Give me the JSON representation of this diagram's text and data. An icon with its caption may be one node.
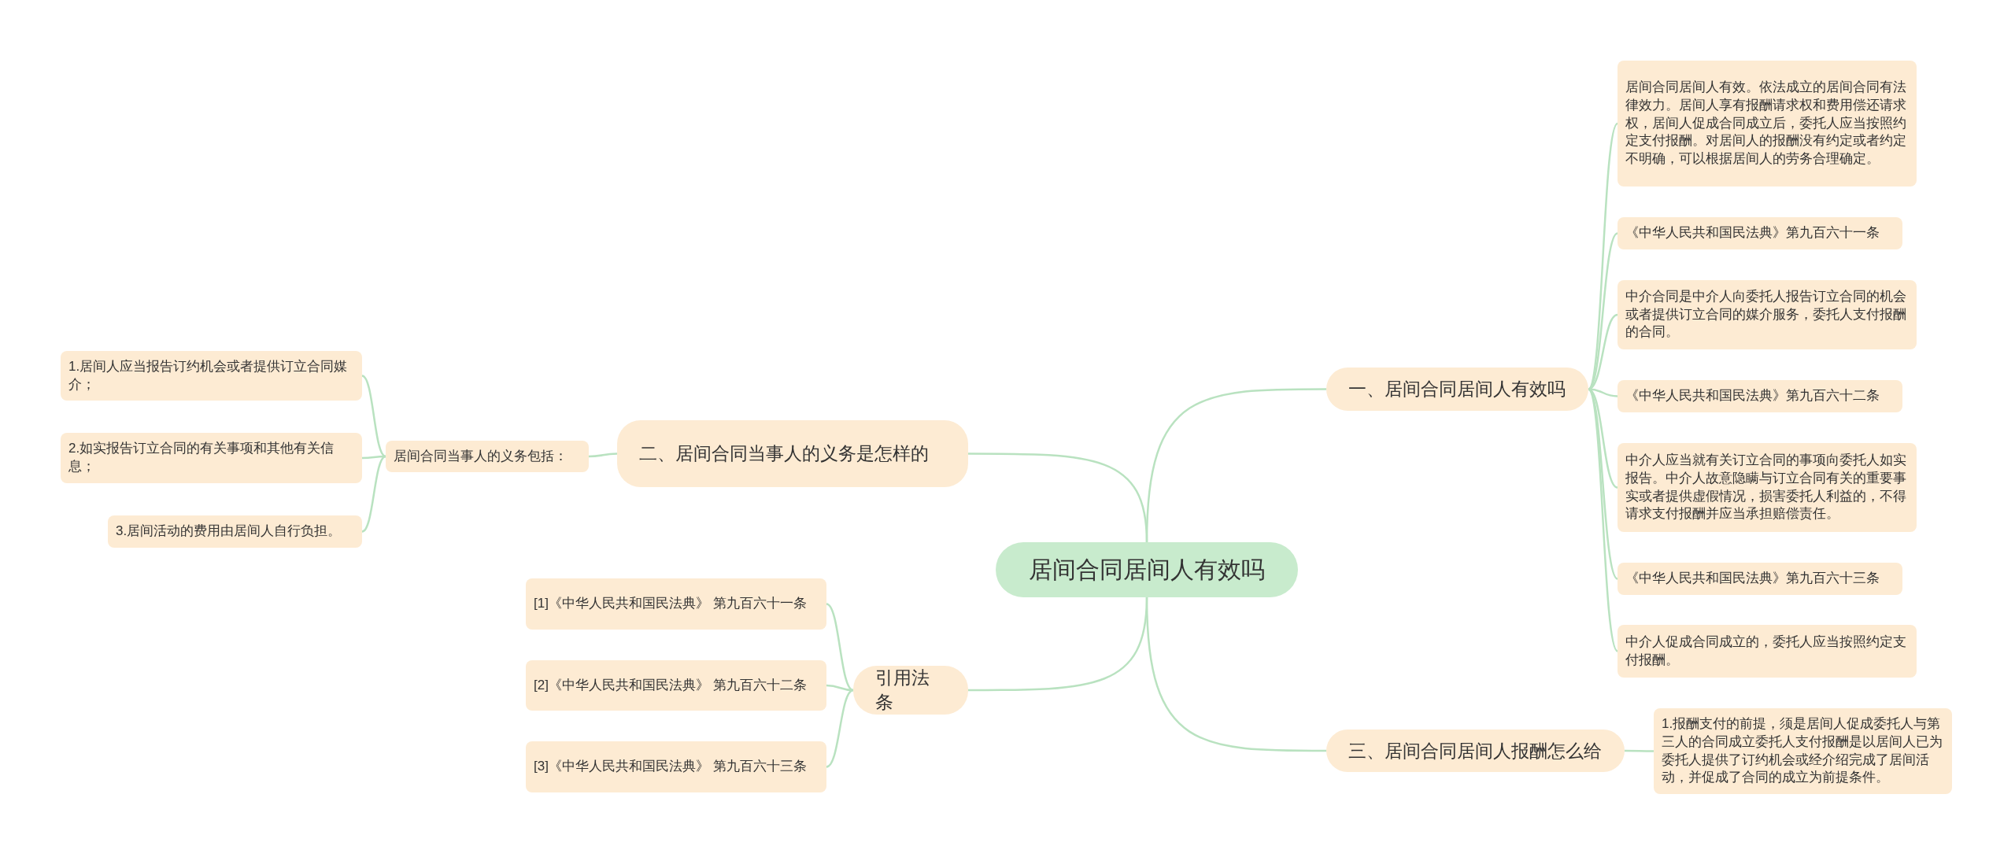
{
  "diagram": {
    "nodes": [
      {
        "text": [
          "居间合同居间人有效吗"
        ]
      },
      {
        "text": [
          "一、居间合同居间人有效吗"
        ]
      },
      {
        "text": [
          "居间合同居间人有效。依法成立的居间合同有法律效力。居间人享有报酬请求权和费用偿还请求权，居间人促成合同成立后，委托人应当按照约定支付报酬。对居间人的报酬没有约定或者约定不明确，可以根据居间人的劳务合理确定。"
        ]
      },
      {
        "text": [
          "《中华人民共和国民法典》第九百六十一条"
        ]
      },
      {
        "text": [
          "中介合同是中介人向委托人报告订立合同的机会或者提供订立合同的媒介服务，委托人支付报酬的合同。"
        ]
      },
      {
        "text": [
          "《中华人民共和国民法典》第九百六十二条"
        ]
      },
      {
        "text": [
          "中介人应当就有关订立合同的事项向委托人如实报告。中介人故意隐瞒与订立合同有关的重要事实或者提供虚假情况，损害委托人利益的，不得请求支付报酬并应当承担赔偿责任。"
        ]
      },
      {
        "text": [
          "《中华人民共和国民法典》第九百六十三条"
        ]
      },
      {
        "text": [
          "中介人促成合同成立的，委托人应当按照约定支付报酬。"
        ]
      },
      {
        "text": [
          "二、居间合同当事人的义务是怎样的"
        ]
      },
      {
        "text": [
          "居间合同当事人的义务包括："
        ]
      },
      {
        "text": [
          "1.居间人应当报告订约机会或者提供订立合同媒介；"
        ]
      },
      {
        "text": [
          "2.如实报告订立合同的有关事项和其他有关信息；"
        ]
      },
      {
        "text": [
          "3.居间活动的费用由居间人自行负担。"
        ]
      },
      {
        "text": [
          "引用法条"
        ]
      },
      {
        "text": [
          "[1]《中华人民共和国民法典》 第九百六十一条"
        ]
      },
      {
        "text": [
          "[2]《中华人民共和国民法典》 第九百六十二条"
        ]
      },
      {
        "text": [
          "[3]《中华人民共和国民法典》 第九百六十三条"
        ]
      },
      {
        "text": [
          "三、居间合同居间人报酬怎么给"
        ]
      },
      {
        "text": [
          "1.报酬支付的前提，须是居间人促成委托人与第三人的合同成立委托人支付报酬是以居间人已为委托人提供了订约机会或经介绍完成了居间活动，并促成了合同的成立为前提条件。"
        ]
      }
    ],
    "edges": [
      {
        "from": 0,
        "to": 1,
        "arrow": "none"
      },
      {
        "from": 1,
        "to": 2,
        "arrow": "none"
      },
      {
        "from": 1,
        "to": 3,
        "arrow": "none"
      },
      {
        "from": 1,
        "to": 4,
        "arrow": "none"
      },
      {
        "from": 1,
        "to": 5,
        "arrow": "none"
      },
      {
        "from": 1,
        "to": 6,
        "arrow": "none"
      },
      {
        "from": 1,
        "to": 7,
        "arrow": "none"
      },
      {
        "from": 1,
        "to": 8,
        "arrow": "none"
      },
      {
        "from": 0,
        "to": 9,
        "arrow": "none"
      },
      {
        "from": 9,
        "to": 10,
        "arrow": "none"
      },
      {
        "from": 10,
        "to": 11,
        "arrow": "none"
      },
      {
        "from": 10,
        "to": 12,
        "arrow": "none"
      },
      {
        "from": 10,
        "to": 13,
        "arrow": "none"
      },
      {
        "from": 0,
        "to": 14,
        "arrow": "none"
      },
      {
        "from": 14,
        "to": 15,
        "arrow": "none"
      },
      {
        "from": 14,
        "to": 16,
        "arrow": "none"
      },
      {
        "from": 14,
        "to": 17,
        "arrow": "none"
      },
      {
        "from": 0,
        "to": 18,
        "arrow": "none"
      },
      {
        "from": 18,
        "to": 19,
        "arrow": "none"
      }
    ]
  }
}
